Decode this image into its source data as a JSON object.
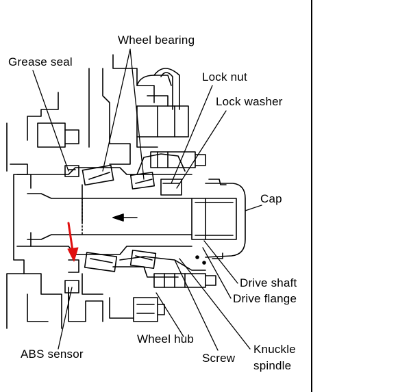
{
  "labels": {
    "wheel_bearing": "Wheel bearing",
    "grease_seal": "Grease seal",
    "lock_nut": "Lock nut",
    "lock_washer": "Lock washer",
    "cap": "Cap",
    "drive_shaft": "Drive shaft",
    "drive_flange": "Drive flange",
    "wheel_hub": "Wheel hub",
    "abs_sensor": "ABS sensor",
    "screw": "Screw",
    "knuckle_spindle_line1": "Knuckle",
    "knuckle_spindle_line2": "spindle"
  },
  "colors": {
    "ink": "#000000",
    "highlight_arrow": "#e01010",
    "background": "#ffffff"
  }
}
